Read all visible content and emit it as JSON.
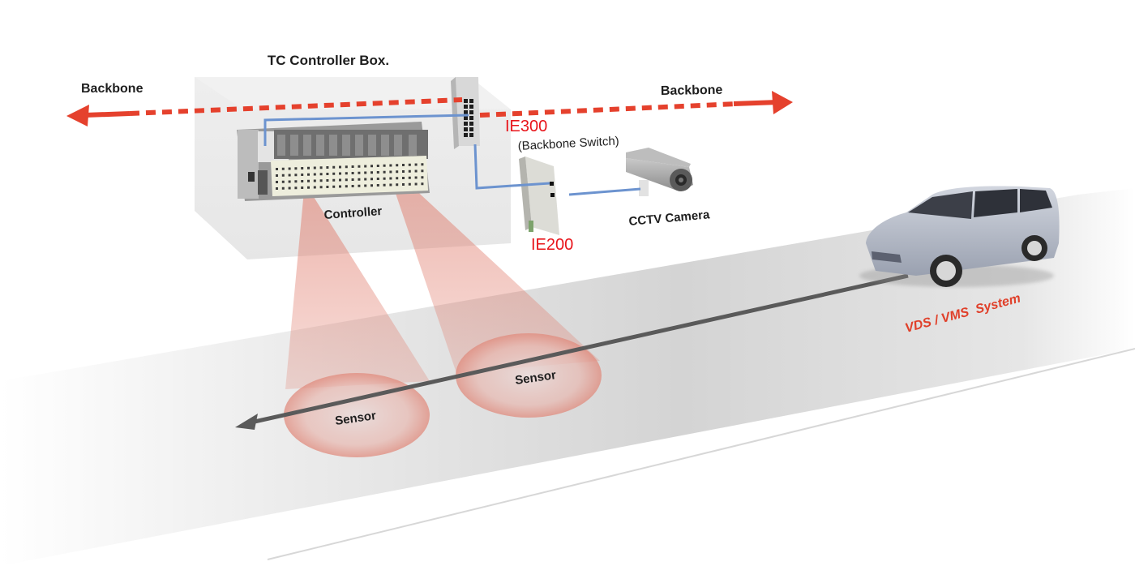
{
  "diagram": {
    "title": "TC Controller Box.",
    "backbone_left": "Backbone",
    "backbone_right": "Backbone",
    "controller_label": "Controller",
    "switch_model": "IE300",
    "switch_role": "(Backbone Switch)",
    "media_converter_model": "IE200",
    "camera_label": "CCTV Camera",
    "sensor_labels": [
      "Sensor",
      "Sensor"
    ],
    "system_label": "VDS / VMS  System",
    "colors": {
      "backbone": "#e5412d",
      "ethernet": "#6c93cf",
      "model_label": "#e8141a",
      "system_label": "#e0402a",
      "sensor_beam": "#e07a6a",
      "road": "#d6d6d6",
      "traffic_arrow": "#5a5a5a",
      "vehicle": "#b9bfcc"
    }
  }
}
